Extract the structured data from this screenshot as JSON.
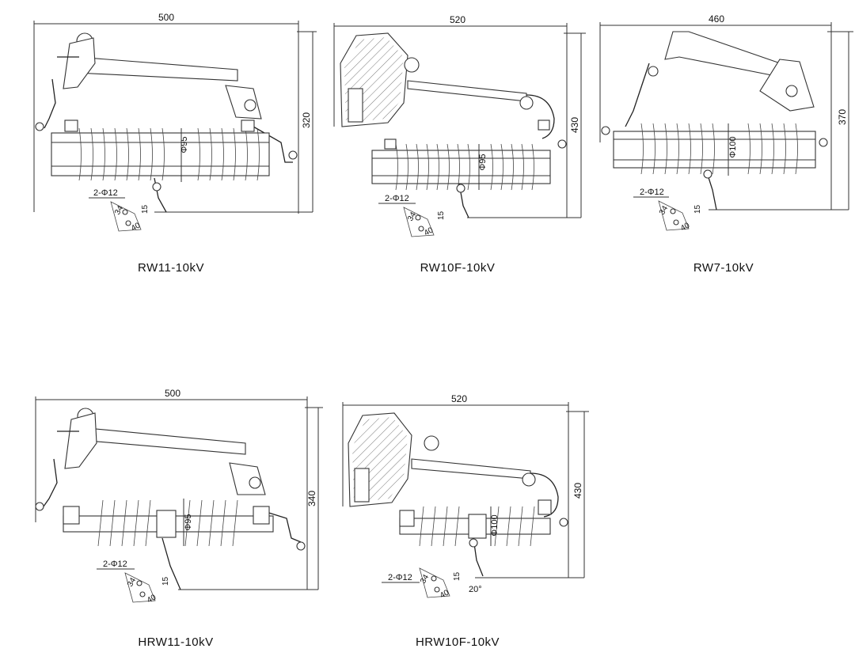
{
  "diagrams": [
    {
      "name": "RW11-10kV",
      "width": "500",
      "height": "320",
      "diameter": "Φ95",
      "hole": "2-Φ12",
      "dims": [
        "34",
        "15",
        "40"
      ]
    },
    {
      "name": "RW10F-10kV",
      "width": "520",
      "height": "430",
      "diameter": "Φ95",
      "hole": "2-Φ12",
      "dims": [
        "34",
        "15",
        "40"
      ]
    },
    {
      "name": "RW7-10kV",
      "width": "460",
      "height": "370",
      "diameter": "Φ100",
      "hole": "2-Φ12",
      "dims": [
        "34",
        "15",
        "40"
      ]
    },
    {
      "name": "HRW11-10kV",
      "width": "500",
      "height": "340",
      "diameter": "Φ95",
      "hole": "2-Φ12",
      "dims": [
        "34",
        "15",
        "40"
      ]
    },
    {
      "name": "HRW10F-10kV",
      "width": "520",
      "height": "430",
      "diameter": "Φ100",
      "hole": "2-Φ12",
      "dims": [
        "34",
        "15",
        "40"
      ],
      "angle": "20°"
    }
  ]
}
